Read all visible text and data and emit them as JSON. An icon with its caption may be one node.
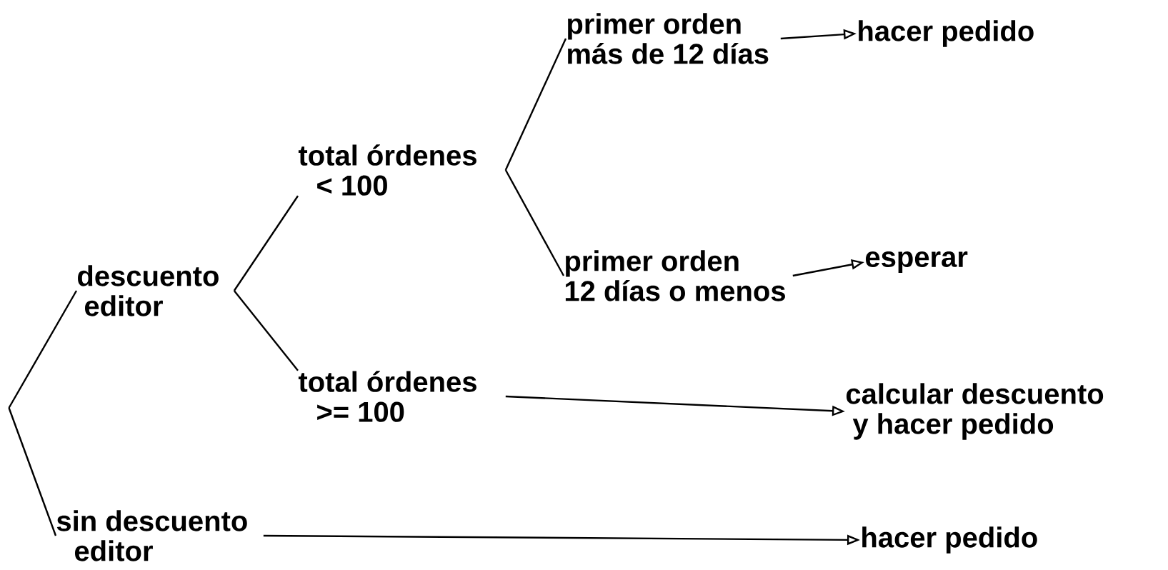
{
  "diagram": {
    "nodes": [
      {
        "text": [
          "descuento editor"
        ]
      },
      {
        "text": [
          "sin descuento editor"
        ]
      },
      {
        "text": [
          "total órdenes < 100"
        ]
      },
      {
        "text": [
          "total órdenes >= 100"
        ]
      },
      {
        "text": [
          "primer orden más de 12 días"
        ]
      },
      {
        "text": [
          "primer orden 12 días o menos"
        ]
      },
      {
        "text": [
          "hacer pedido"
        ]
      },
      {
        "text": [
          "esperar"
        ]
      },
      {
        "text": [
          "calcular descuento y hacer pedido"
        ]
      },
      {
        "text": [
          "hacer pedido"
        ]
      }
    ],
    "edges": [
      {
        "from": null,
        "to": 0,
        "arrow": "none"
      },
      {
        "from": null,
        "to": 1,
        "arrow": "none"
      },
      {
        "from": 0,
        "to": 2,
        "arrow": "none"
      },
      {
        "from": 0,
        "to": 3,
        "arrow": "none"
      },
      {
        "from": 2,
        "to": 4,
        "arrow": "none"
      },
      {
        "from": 2,
        "to": 5,
        "arrow": "none"
      },
      {
        "from": 4,
        "to": 6,
        "arrow": "to"
      },
      {
        "from": 5,
        "to": 7,
        "arrow": "to"
      },
      {
        "from": 3,
        "to": 8,
        "arrow": "to"
      },
      {
        "from": 1,
        "to": 9,
        "arrow": "to"
      }
    ]
  }
}
